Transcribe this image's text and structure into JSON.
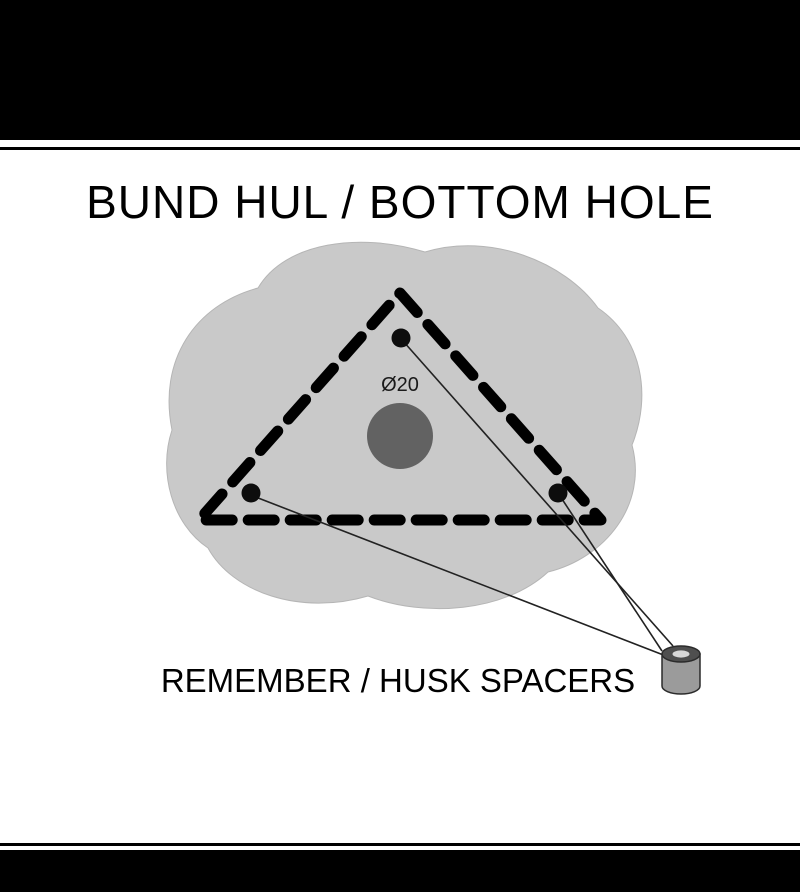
{
  "title": "BUND HUL / BOTTOM HOLE",
  "diagram": {
    "center_hole_label": "Ø20",
    "note": "REMEMBER / HUSK SPACERS",
    "drill_hole_count": 3
  },
  "colors": {
    "letterbox_bar": "#000000",
    "canvas": "#ffffff",
    "frame_rule": "#000000",
    "blob_fill": "#c9c9c9",
    "blob_stroke": "#b5b5b5",
    "triangle_stroke": "#000000",
    "drill_dot": "#0d0d0d",
    "center_hole_fill": "#626262",
    "pointer_line": "#222222",
    "spacer_body": "#9b9b9b",
    "spacer_top": "#4f4f4f",
    "spacer_hole": "#d9d9d9",
    "spacer_outline": "#2b2b2b"
  }
}
